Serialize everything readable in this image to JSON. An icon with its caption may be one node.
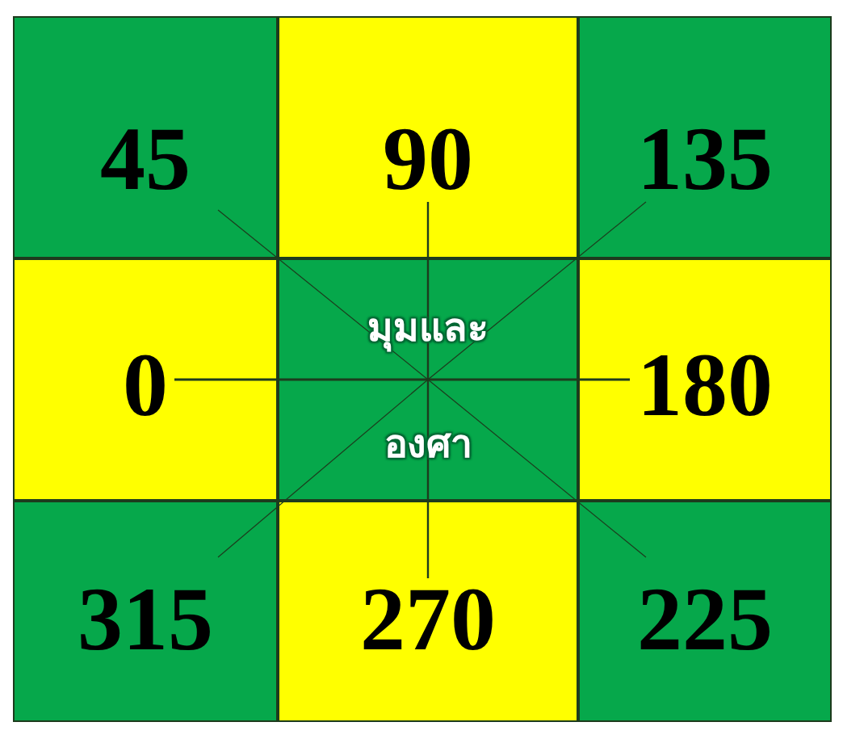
{
  "diagram": {
    "nodes": [
      {
        "text": [
          "45"
        ]
      },
      {
        "text": [
          "90"
        ]
      },
      {
        "text": [
          "135"
        ]
      },
      {
        "text": [
          "0"
        ]
      },
      {
        "text": [
          "มุมและ",
          "องศา"
        ]
      },
      {
        "text": [
          "180"
        ]
      },
      {
        "text": [
          "315"
        ]
      },
      {
        "text": [
          "270"
        ]
      },
      {
        "text": [
          "225"
        ]
      }
    ]
  }
}
